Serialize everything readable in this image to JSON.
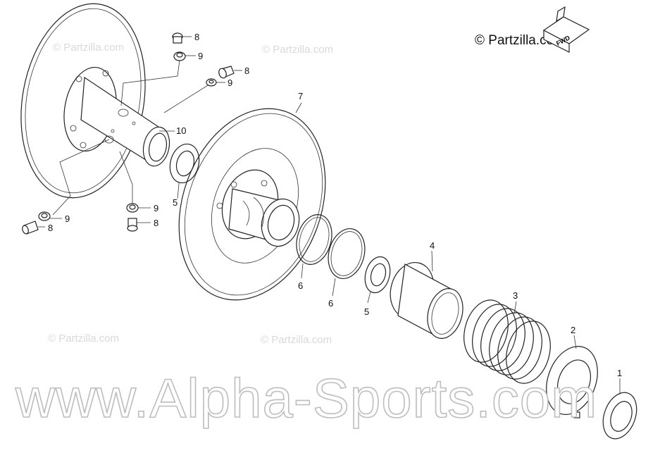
{
  "watermarks": {
    "small": [
      "© Partzilla.com",
      "© Partzilla.com",
      "© Partzilla.com",
      "© Partzilla.com"
    ],
    "copyright": "© Partzilla.com",
    "site": "www.Alpha-Sports.com"
  },
  "fwd_label": "FWD",
  "callouts": {
    "n1": "1",
    "n2": "2",
    "n3": "3",
    "n4": "4",
    "n5a": "5",
    "n5b": "5",
    "n6a": "6",
    "n6b": "6",
    "n7": "7",
    "n8a": "8",
    "n8b": "8",
    "n8c": "8",
    "n8d": "8",
    "n9a": "9",
    "n9b": "9",
    "n9c": "9",
    "n9d": "9",
    "n10": "10"
  }
}
